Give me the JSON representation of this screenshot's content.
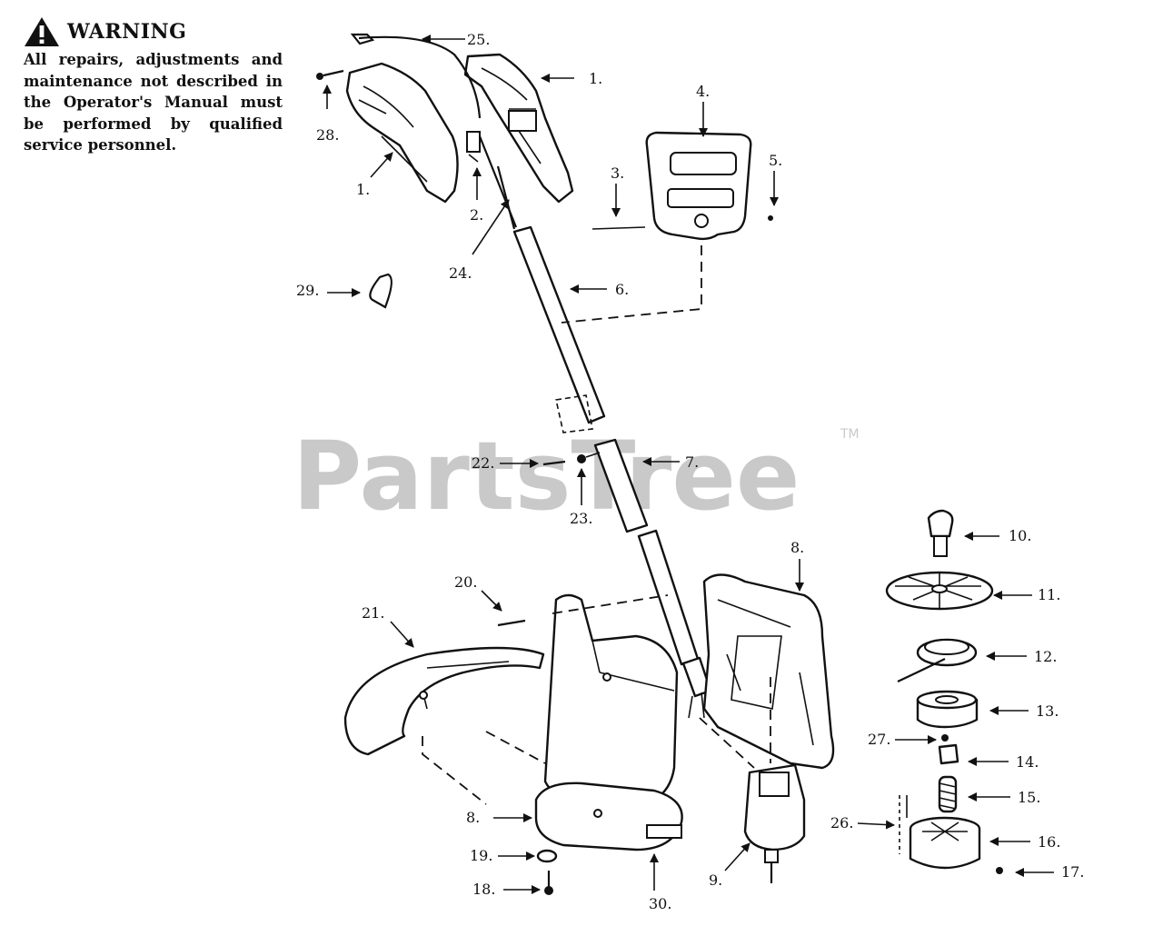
{
  "warning": {
    "title": "WARNING",
    "text": "All repairs, adjustments and maintenance not described in the Operator's Manual must be performed by qualified service personnel."
  },
  "watermark": {
    "brand": "PartsTree",
    "tm": "TM"
  },
  "callouts": {
    "c1a": "1.",
    "c1b": "1.",
    "c2": "2.",
    "c3": "3.",
    "c4": "4.",
    "c5": "5.",
    "c6": "6.",
    "c7": "7.",
    "c8a": "8.",
    "c8b": "8.",
    "c9": "9.",
    "c10": "10.",
    "c11": "11.",
    "c12": "12.",
    "c13": "13.",
    "c14": "14.",
    "c15": "15.",
    "c16": "16.",
    "c17": "17.",
    "c18": "18.",
    "c19": "19.",
    "c20": "20.",
    "c21": "21.",
    "c22": "22.",
    "c23": "23.",
    "c24": "24.",
    "c25": "25.",
    "c26": "26.",
    "c27": "27.",
    "c28": "28.",
    "c29": "29.",
    "c30": "30."
  },
  "icons": {
    "warning": "warning-triangle-icon"
  }
}
